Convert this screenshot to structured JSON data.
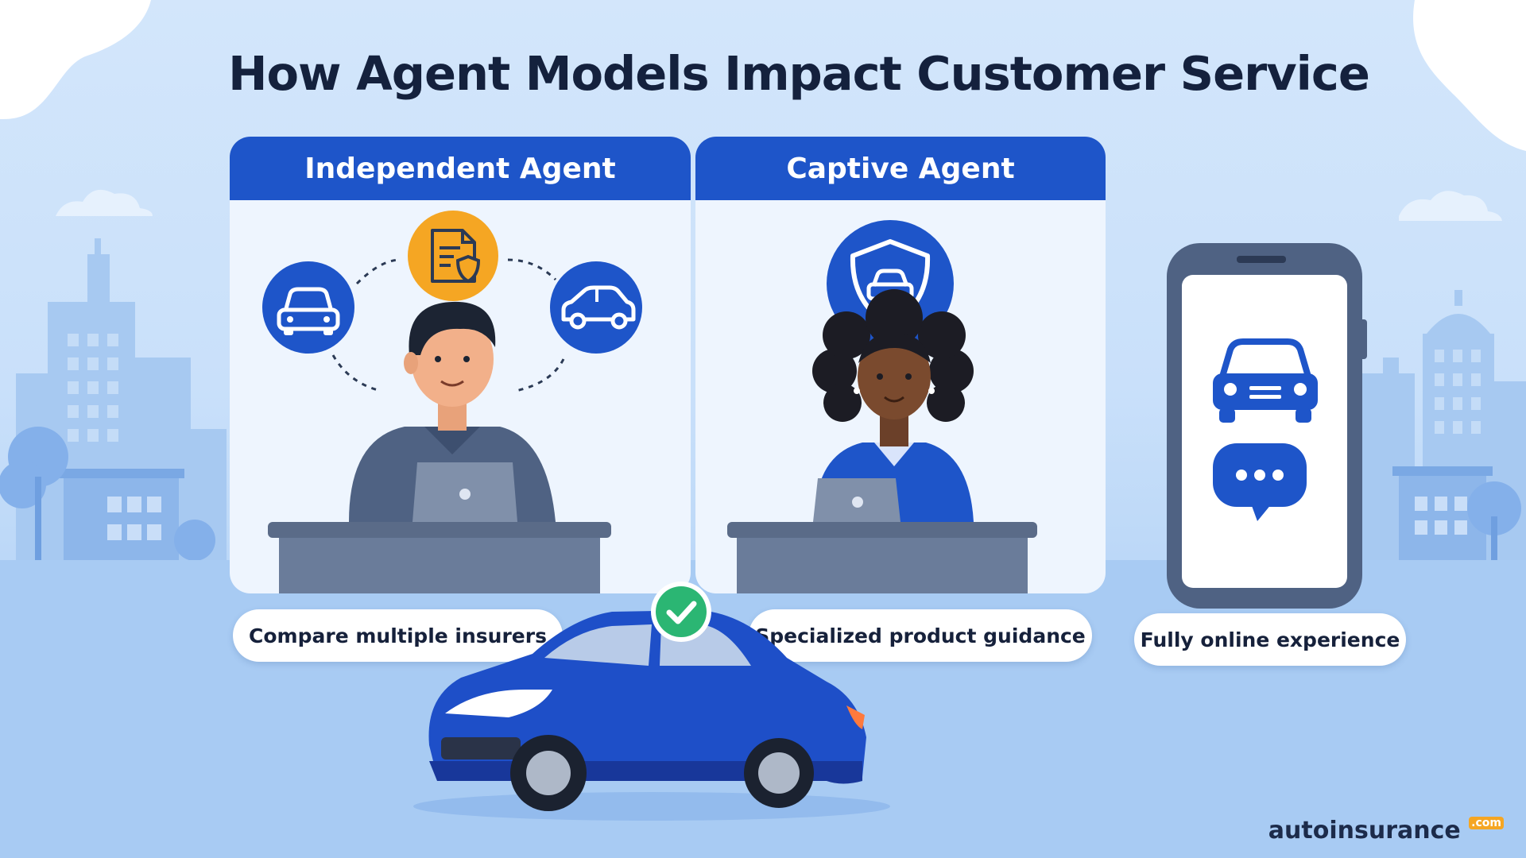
{
  "title": "How Agent Models Impact Customer Service",
  "panels": {
    "independent": {
      "heading": "Independent Agent",
      "caption": "Compare multiple insurers"
    },
    "captive": {
      "heading": "Captive Agent",
      "caption": "Specialized product guidance"
    },
    "online": {
      "caption": "Fully online experience"
    }
  },
  "logo": {
    "text": "autoinsurance",
    "suffix": ".com"
  },
  "colors": {
    "brand_blue": "#1e55c9",
    "accent_orange": "#f5a623",
    "check_green": "#2bb673",
    "title_text": "#14213d"
  },
  "icons": {
    "independent": [
      "car-front-icon",
      "document-shield-icon",
      "car-side-icon"
    ],
    "captive": [
      "shield-car-icon"
    ],
    "online": [
      "car-front-icon",
      "chat-bubble-icon"
    ],
    "center": "checkmark-icon"
  }
}
